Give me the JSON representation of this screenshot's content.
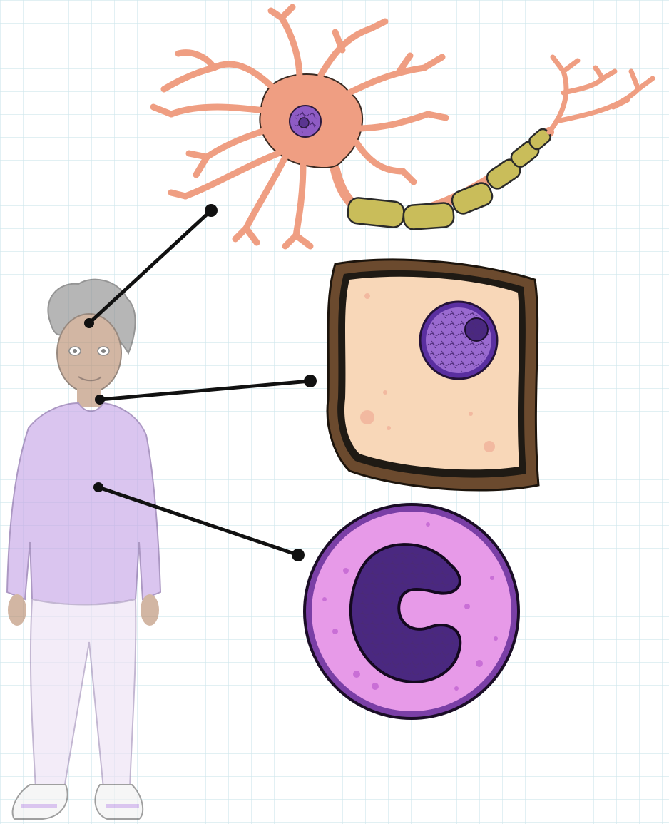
{
  "diagram": {
    "subject": "person",
    "cells": [
      {
        "id": "neuron",
        "icon": "neuron-icon"
      },
      {
        "id": "skin-cell",
        "icon": "skin-cell-icon"
      },
      {
        "id": "white-blood-cell",
        "icon": "white-blood-cell-icon"
      }
    ],
    "connectors": [
      {
        "from": "head",
        "to": "neuron"
      },
      {
        "from": "neck",
        "to": "skin-cell"
      },
      {
        "from": "chest",
        "to": "white-blood-cell"
      }
    ]
  },
  "colors": {
    "background": "#ffffff",
    "grid": "#cfe6ec",
    "neuron": "#ef9e82",
    "myelin": "#c9bd5a",
    "nucleus": "#8e5bc4",
    "skin_cell_fill": "#f8d7b8",
    "skin_cell_wall": "#6b4a2e",
    "wbc_fill": "#e79ae8",
    "wbc_nucleus": "#8a5ec0",
    "shirt": "#c5a3e6",
    "pants": "#ece1f4",
    "connector": "#111111"
  }
}
